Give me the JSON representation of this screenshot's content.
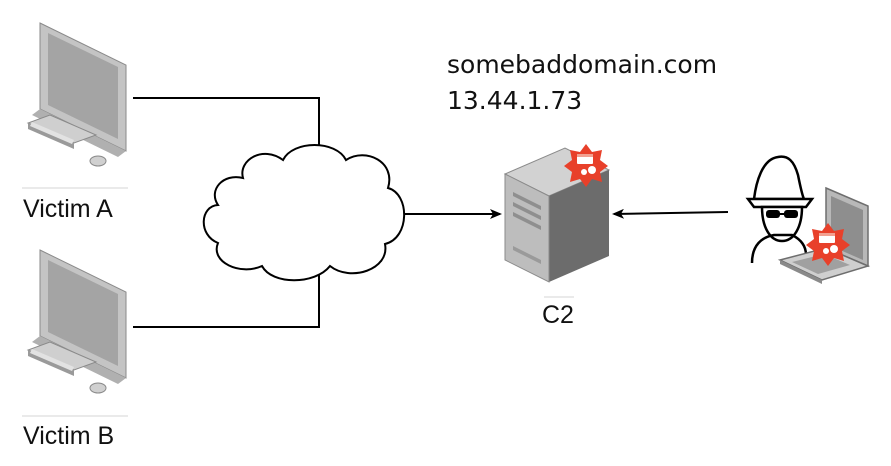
{
  "victims": [
    {
      "id": "a",
      "label": "Victim A"
    },
    {
      "id": "b",
      "label": "Victim B"
    }
  ],
  "c2": {
    "label": "C2",
    "domain": "somebaddomain.com",
    "ip": "13.44.1.73"
  },
  "icons": {
    "victim": "desktop-computer-icon",
    "network": "cloud-icon",
    "server": "server-tower-icon",
    "malware": "malware-badge-icon",
    "attacker": "hacker-spy-icon",
    "attacker_laptop": "laptop-icon"
  },
  "colors": {
    "line": "#000000",
    "malware_red": "#e8402a",
    "monitor_gray": "#c0c0c0",
    "screen_gray": "#a9a9a9",
    "server_dark": "#6e6e6e",
    "server_light": "#d0d0d0"
  }
}
